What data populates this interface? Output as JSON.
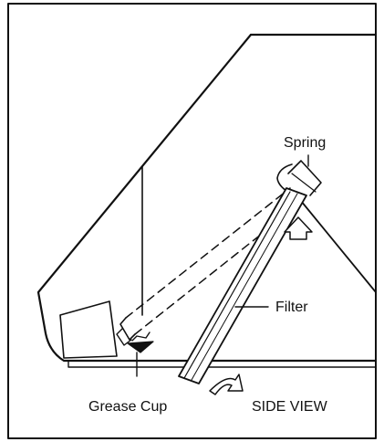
{
  "diagram": {
    "labels": {
      "spring": "Spring",
      "filter": "Filter",
      "grease_cup": "Grease Cup",
      "view": "SIDE VIEW"
    },
    "colors": {
      "line": "#111111",
      "background": "#ffffff"
    },
    "icons": [
      "up-arrow-icon",
      "curved-arrow-icon"
    ]
  }
}
